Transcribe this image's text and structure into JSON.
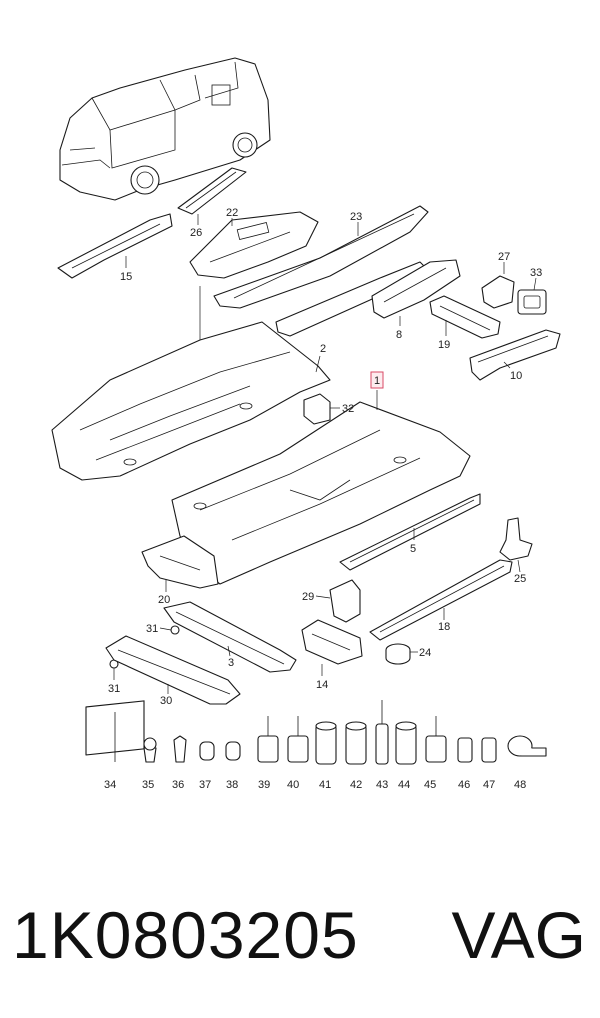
{
  "part_number": "1K0803205",
  "brand": "VAG",
  "callouts": {
    "c1": "1",
    "c2": "2",
    "c3": "3",
    "c5": "5",
    "c8": "8",
    "c10": "10",
    "c14": "14",
    "c15": "15",
    "c18": "18",
    "c19": "19",
    "c20": "20",
    "c22": "22",
    "c23": "23",
    "c24": "24",
    "c25": "25",
    "c26": "26",
    "c27": "27",
    "c29": "29",
    "c30": "30",
    "c31a": "31",
    "c31b": "31",
    "c32": "32",
    "c33": "33",
    "c34": "34",
    "c35": "35",
    "c36": "36",
    "c37": "37",
    "c38": "38",
    "c39": "39",
    "c40": "40",
    "c41": "41",
    "c42": "42",
    "c43": "43",
    "c44": "44",
    "c45": "45",
    "c46": "46",
    "c47": "47",
    "c48": "48"
  },
  "colors": {
    "highlight": "#d94a64",
    "line": "#1a1a1a"
  }
}
